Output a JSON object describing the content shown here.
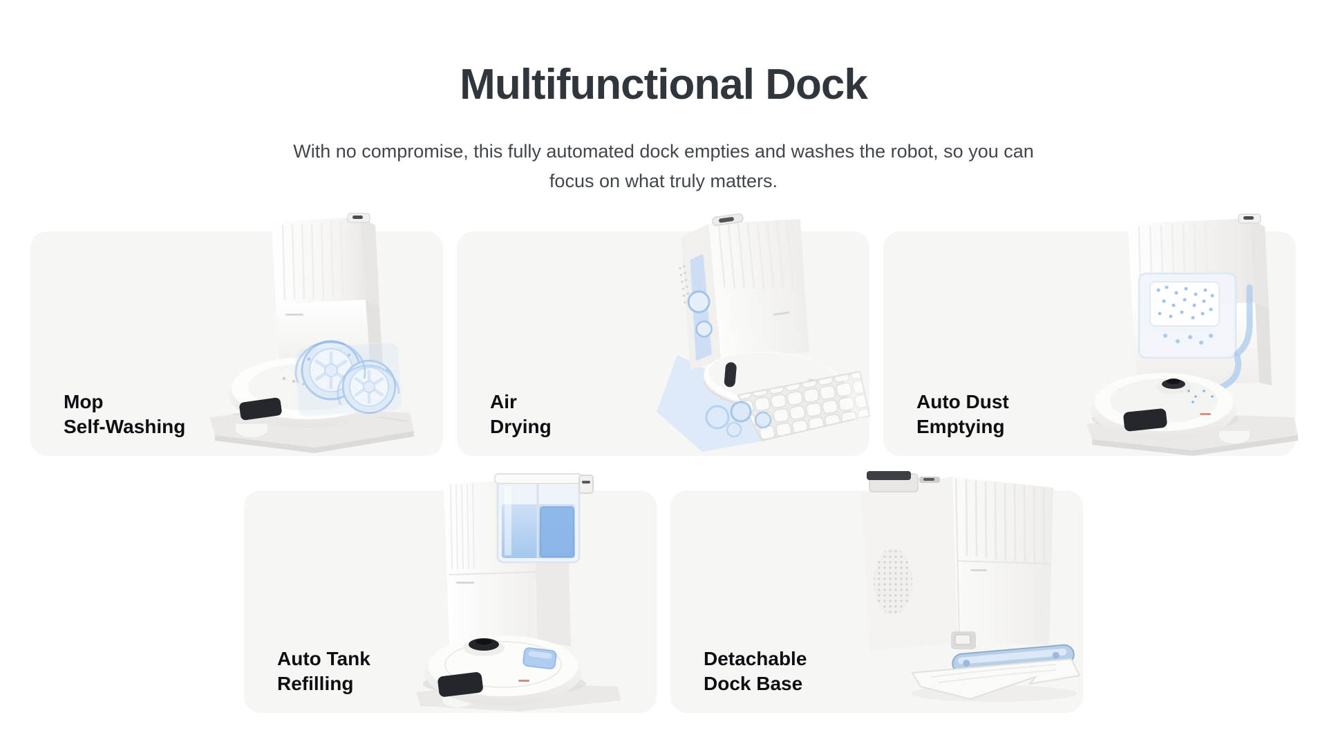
{
  "header": {
    "title": "Multifunctional Dock",
    "subtitle_line1": "With no compromise, this fully automated dock empties and washes the robot, so you can",
    "subtitle_line2": "focus on what truly matters."
  },
  "cards": [
    {
      "id": "mop-self-washing",
      "label_line1": "Mop",
      "label_line2": "Self-Washing",
      "image": "dock-washing-robot-mop-pads"
    },
    {
      "id": "air-drying",
      "label_line1": "Air",
      "label_line2": "Drying",
      "image": "tilted-dock-drying-mop-mat"
    },
    {
      "id": "auto-dust-emptying",
      "label_line1": "Auto Dust",
      "label_line2": "Emptying",
      "image": "dock-dust-window-with-robot"
    },
    {
      "id": "auto-tank-refilling",
      "label_line1": "Auto Tank",
      "label_line2": "Refilling",
      "image": "dock-water-tank-with-robot"
    },
    {
      "id": "detachable-dock-base",
      "label_line1": "Detachable",
      "label_line2": "Dock Base",
      "image": "dock-with-detached-base-tray"
    }
  ],
  "colors": {
    "page_background": "#ffffff",
    "card_background": "#f6f6f4",
    "title": "#31363d",
    "subtitle": "#41464d",
    "label": "#0d0f12",
    "accent_blue": "#9dc0ea"
  }
}
